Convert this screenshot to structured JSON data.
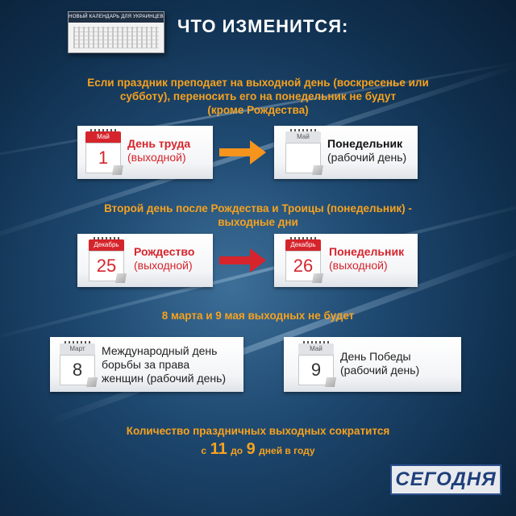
{
  "header": {
    "logo_text": "НОВЫЙ КАЛЕНДАРЬ ДЛЯ УКРАИНЦЕВ",
    "title": "ЧТО ИЗМЕНИТСЯ:"
  },
  "section1": {
    "text_line1": "Если праздник преподает на выходной день (воскресенье или",
    "text_line2": "субботу), переносить его на понедельник не будут",
    "text_line3": "(кроме Рождества)",
    "left": {
      "cal_month": "Май",
      "cal_day": "1",
      "line1": "День труда",
      "line2": "(выходной)"
    },
    "right": {
      "cal_month": "Май",
      "cal_day": "",
      "line1": "Понедельник",
      "line2": "(рабочий день)"
    },
    "arrow_color": "#f7941d"
  },
  "section2": {
    "text_line1": "Второй день после Рождества и Троицы (понедельник) -",
    "text_line2": "выходные дни",
    "left": {
      "cal_month": "Декабрь",
      "cal_day": "25",
      "line1": "Рождество",
      "line2": "(выходной)"
    },
    "right": {
      "cal_month": "Декабрь",
      "cal_day": "26",
      "line1": "Понедельник",
      "line2": "(выходной)"
    },
    "arrow_color": "#d6242c"
  },
  "section3": {
    "text": "8 марта и 9 мая выходных не будет",
    "left": {
      "cal_month": "Март",
      "cal_day": "8",
      "line1": "Международный день",
      "line2": "борьбы за права",
      "line3": "женщин (рабочий день)"
    },
    "right": {
      "cal_month": "Май",
      "cal_day": "9",
      "line1": "День Победы",
      "line2": "(рабочий день)"
    }
  },
  "footer": {
    "line1": "Количество праздничных выходных сократится",
    "c": "с",
    "from": "11",
    "do": "до",
    "to": "9",
    "tail": "дней в году"
  },
  "brand": {
    "name": "СЕГОДНЯ"
  },
  "colors": {
    "accent": "#f7a21e",
    "red": "#d6242c",
    "bg": "#1f4a72"
  }
}
